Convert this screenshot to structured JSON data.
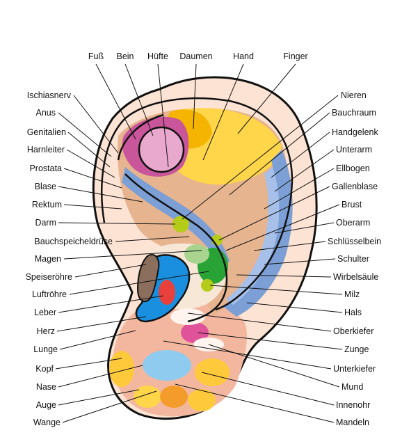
{
  "top_labels": [
    "Fuß",
    "Bein",
    "Hüfte",
    "Daumen",
    "Hand",
    "Finger"
  ],
  "left_labels": [
    "Ischiasnerv",
    "Anus",
    "Genitalien",
    "Harnleiter",
    "Prostata",
    "Blase",
    "Rektum",
    "Darm",
    "Bauchspeicheldrüse",
    "Magen",
    "Speiseröhre",
    "Luftröhre",
    "Leber",
    "Herz",
    "Lunge",
    "Kopf",
    "Nase",
    "Auge",
    "Wange"
  ],
  "right_labels": [
    "Nieren",
    "Bauchraum",
    "Handgelenk",
    "Unterarm",
    "Ellbogen",
    "Gallenblase",
    "Brust",
    "Oberarm",
    "Schlüsselbein",
    "Schulter",
    "Wirbelsäule",
    "Milz",
    "Hals",
    "Oberkiefer",
    "Zunge",
    "Unterkiefer",
    "Mund",
    "Innenohr",
    "Mandeln"
  ],
  "colors": {
    "outline": "#111111",
    "helix_rim": "#fde3d3",
    "antihelix_tan": "#e6b48e",
    "leg_pink": "#c9559b",
    "leg_light": "#e9a8cd",
    "thumb_gold": "#f5b400",
    "hand_yellow": "#ffd54a",
    "arm_blue": "#7c9fd6",
    "arm_blue_light": "#a7c0ea",
    "stomach_green": "#2aa336",
    "lime": "#b6cc1a",
    "concha_blue": "#1a8fe0",
    "heart_red": "#e8403b",
    "canal_brown": "#8c6e5c",
    "lobe_salmon": "#f3b7a0",
    "tongue_pink": "#e0529a",
    "nose_sky": "#8fcbee",
    "jaw_yellow": "#ffc93c",
    "cheek_orange": "#f39c2b"
  }
}
